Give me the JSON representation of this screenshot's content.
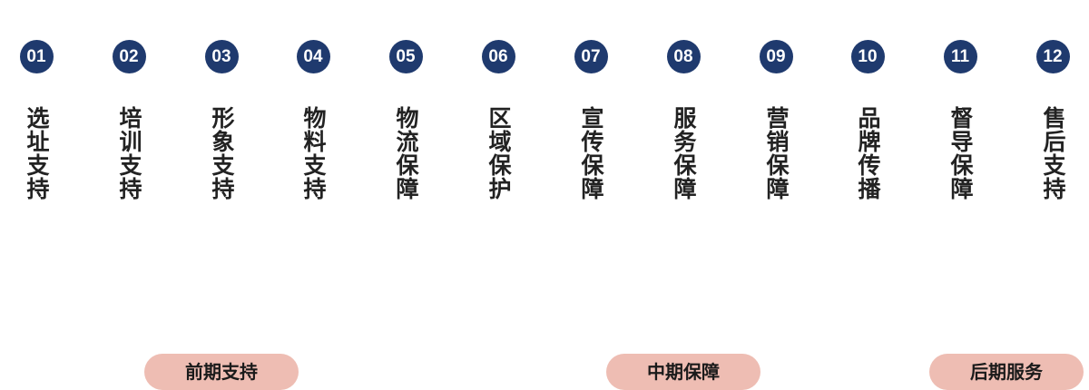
{
  "colors": {
    "badge": "#1f3a6e",
    "pill": "#eebdb3",
    "label_text": "#222222"
  },
  "steps": [
    {
      "number": "01",
      "label": "选址支持"
    },
    {
      "number": "02",
      "label": "培训支持"
    },
    {
      "number": "03",
      "label": "形象支持"
    },
    {
      "number": "04",
      "label": "物料支持"
    },
    {
      "number": "05",
      "label": "物流保障"
    },
    {
      "number": "06",
      "label": "区域保护"
    },
    {
      "number": "07",
      "label": "宣传保障"
    },
    {
      "number": "08",
      "label": "服务保障"
    },
    {
      "number": "09",
      "label": "营销保障"
    },
    {
      "number": "10",
      "label": "品牌传播"
    },
    {
      "number": "11",
      "label": "督导保障"
    },
    {
      "number": "12",
      "label": "售后支持"
    }
  ],
  "phases": [
    {
      "label": "前期支持"
    },
    {
      "label": "中期保障"
    },
    {
      "label": "后期服务"
    }
  ]
}
